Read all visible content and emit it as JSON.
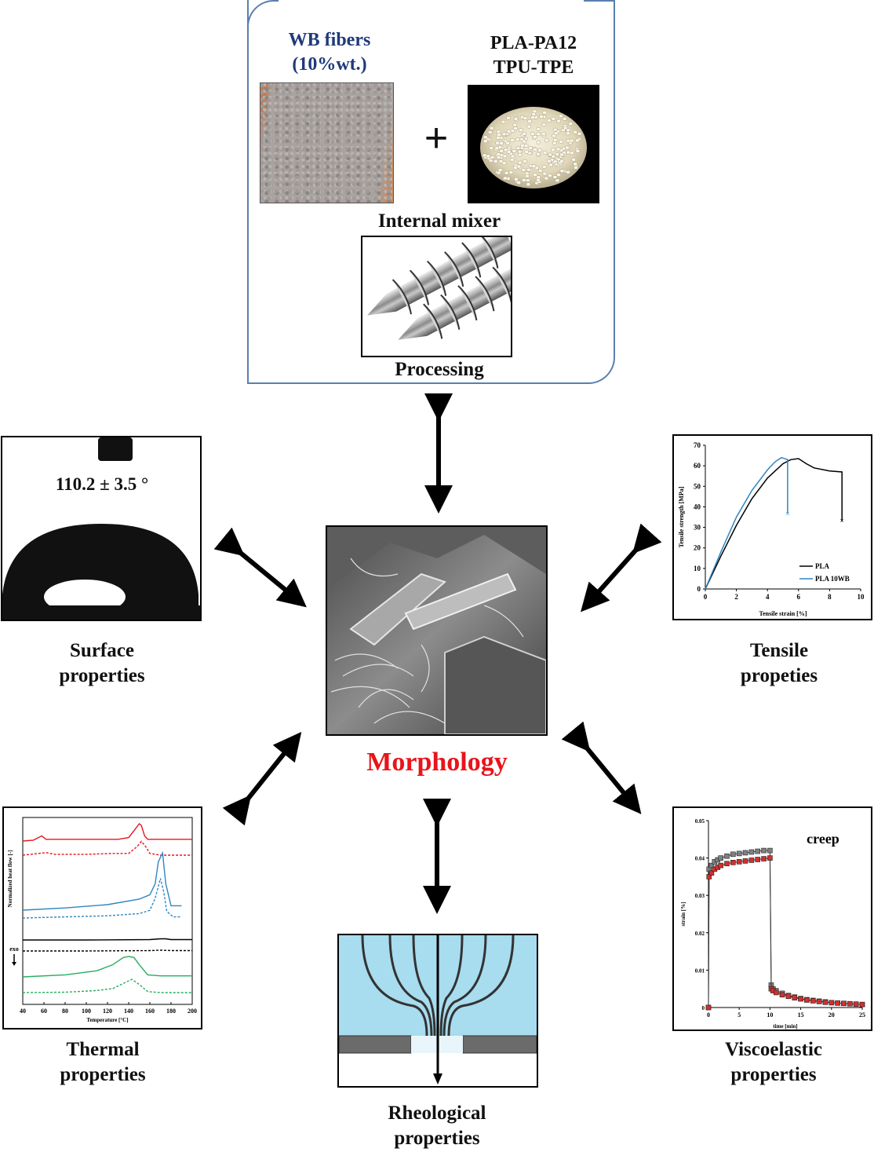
{
  "processing_box": {
    "wb_fibers_line1": "WB fibers",
    "wb_fibers_line2": "(10%wt.)",
    "polymers_line1": "PLA-PA12",
    "polymers_line2": "TPU-TPE",
    "plus_sign": "+",
    "mixer_label": "Internal mixer",
    "processing_label": "Processing"
  },
  "center": {
    "title": "Morphology",
    "title_color": "#e8141b"
  },
  "surface": {
    "angle_text": "110.2 ± 3.5 °",
    "label_line1": "Surface",
    "label_line2": "properties"
  },
  "tensile": {
    "label_line1": "Tensile",
    "label_line2": "propeties"
  },
  "thermal": {
    "label_line1": "Thermal",
    "label_line2": "properties"
  },
  "viscoelastic": {
    "label_line1": "Viscoelastic",
    "label_line2": "properties"
  },
  "rheological": {
    "label_line1": "Rheological",
    "label_line2": "properties"
  },
  "chart_data": [
    {
      "type": "line",
      "ylabel": "Tensile strength [MPa]",
      "xlabel": "Tensile strain [%]",
      "xlim": [
        0,
        10
      ],
      "ylim": [
        0,
        70
      ],
      "xticks": [
        0,
        2,
        4,
        6,
        8,
        10
      ],
      "yticks": [
        0,
        10,
        20,
        30,
        40,
        50,
        60,
        70
      ],
      "legend_position": "bottom-right",
      "series": [
        {
          "name": "PLA",
          "color": "#000000",
          "x": [
            0,
            1,
            2,
            3,
            4,
            5,
            5.5,
            6,
            6.5,
            7,
            8,
            8.8,
            8.8
          ],
          "y": [
            0,
            16,
            31,
            44,
            54,
            61,
            63,
            63.5,
            61,
            59,
            57.5,
            57,
            33
          ],
          "break_x": 8.8,
          "break_y": 33.5
        },
        {
          "name": "PLA 10WB",
          "color": "#2e86c1",
          "x": [
            0,
            1,
            2,
            3,
            4,
            4.5,
            4.9,
            5.3,
            5.3
          ],
          "y": [
            0,
            18,
            35,
            48,
            58,
            62,
            64,
            63,
            37
          ],
          "break_x": 5.3,
          "break_y": 37
        }
      ]
    },
    {
      "type": "line",
      "ylabel": "Normalized heat flow [-]",
      "xlabel": "Temperature [°C]",
      "xlim": [
        40,
        200
      ],
      "xticks": [
        40,
        60,
        80,
        100,
        120,
        140,
        160,
        180,
        200
      ],
      "annotation": "exo",
      "series": [
        {
          "color": "#e8141b",
          "style": "solid",
          "x": [
            40,
            50,
            58,
            62,
            70,
            100,
            130,
            140,
            145,
            150,
            152,
            155,
            158,
            165,
            200
          ],
          "y": [
            0,
            0.05,
            0.3,
            0.1,
            0.1,
            0.1,
            0.1,
            0.2,
            0.6,
            1.0,
            0.9,
            0.3,
            0.1,
            0.1,
            0.1
          ]
        },
        {
          "color": "#e8141b",
          "style": "dashed",
          "x": [
            40,
            55,
            62,
            70,
            100,
            125,
            140,
            148,
            152,
            156,
            160,
            170,
            200
          ],
          "y": [
            0,
            0.1,
            0.15,
            0.05,
            0.05,
            0.1,
            0.1,
            0.5,
            0.8,
            0.5,
            0.1,
            0,
            0
          ]
        },
        {
          "color": "#2e86c1",
          "style": "solid",
          "x": [
            40,
            80,
            120,
            150,
            160,
            165,
            168,
            172,
            175,
            180,
            190
          ],
          "y": [
            0,
            0.1,
            0.25,
            0.5,
            0.7,
            1.2,
            2.2,
            2.6,
            1.2,
            0.2,
            0.2
          ]
        },
        {
          "color": "#2e86c1",
          "style": "dashed",
          "x": [
            40,
            80,
            120,
            150,
            160,
            165,
            170,
            173,
            176,
            182,
            190
          ],
          "y": [
            0,
            0.05,
            0.1,
            0.2,
            0.35,
            0.9,
            1.8,
            1.2,
            0.3,
            0.05,
            0.05
          ]
        },
        {
          "color": "#000000",
          "style": "solid",
          "x": [
            40,
            100,
            160,
            170,
            175,
            180,
            200
          ],
          "y": [
            0,
            0,
            0.05,
            0.15,
            0.15,
            0.05,
            0.05
          ]
        },
        {
          "color": "#000000",
          "style": "dashed",
          "x": [
            40,
            100,
            160,
            170,
            180,
            200
          ],
          "y": [
            0,
            0,
            0.05,
            0.1,
            0.05,
            0.05
          ]
        },
        {
          "color": "#27ae60",
          "style": "solid",
          "x": [
            40,
            80,
            110,
            125,
            135,
            140,
            145,
            150,
            158,
            170,
            200
          ],
          "y": [
            0,
            0.1,
            0.3,
            0.6,
            0.95,
            1.0,
            0.95,
            0.6,
            0.1,
            0.05,
            0.05
          ]
        },
        {
          "color": "#27ae60",
          "style": "dashed",
          "x": [
            40,
            80,
            110,
            125,
            135,
            143,
            150,
            158,
            170,
            200
          ],
          "y": [
            0,
            0.02,
            0.1,
            0.2,
            0.45,
            0.65,
            0.4,
            0.05,
            0,
            0
          ]
        }
      ]
    },
    {
      "type": "scatter",
      "annotation": "creep",
      "ylabel": "strain [%]",
      "xlabel": "time [min]",
      "xlim": [
        0,
        25
      ],
      "ylim": [
        0,
        0.05
      ],
      "xticks": [
        0,
        5,
        10,
        15,
        20,
        25
      ],
      "yticks": [
        0,
        0.01,
        0.02,
        0.03,
        0.04,
        0.05
      ],
      "ytick_labels": [
        "0",
        "0.01",
        "0.02",
        "0.03",
        "0.04",
        "0.05"
      ],
      "series": [
        {
          "color": "#808080",
          "x": [
            0,
            0.1,
            0.5,
            1,
            1.5,
            2,
            3,
            4,
            5,
            6,
            7,
            8,
            9,
            10,
            10.2,
            10.5,
            11,
            12,
            13,
            14,
            15,
            16,
            17,
            18,
            19,
            20,
            21,
            22,
            23,
            24,
            25
          ],
          "y": [
            0,
            0.037,
            0.038,
            0.039,
            0.0395,
            0.04,
            0.0405,
            0.041,
            0.0412,
            0.0414,
            0.0416,
            0.0418,
            0.042,
            0.042,
            0.006,
            0.005,
            0.0045,
            0.0038,
            0.0032,
            0.0028,
            0.0024,
            0.0021,
            0.0019,
            0.0017,
            0.0015,
            0.0013,
            0.0012,
            0.0011,
            0.001,
            0.0009,
            0.0008
          ]
        },
        {
          "color": "#d32f2f",
          "x": [
            0,
            0.1,
            0.5,
            1,
            1.5,
            2,
            3,
            4,
            5,
            6,
            7,
            8,
            9,
            10,
            10.2,
            10.5,
            11,
            12,
            13,
            14,
            15,
            16,
            17,
            18,
            19,
            20,
            21,
            22,
            23,
            24,
            25
          ],
          "y": [
            0,
            0.035,
            0.036,
            0.037,
            0.0375,
            0.038,
            0.0385,
            0.0388,
            0.039,
            0.0392,
            0.0394,
            0.0396,
            0.0398,
            0.04,
            0.005,
            0.0045,
            0.004,
            0.0034,
            0.003,
            0.0026,
            0.0023,
            0.002,
            0.0018,
            0.0016,
            0.0014,
            0.0013,
            0.0012,
            0.0011,
            0.001,
            0.0009,
            0.0008
          ]
        }
      ]
    }
  ]
}
